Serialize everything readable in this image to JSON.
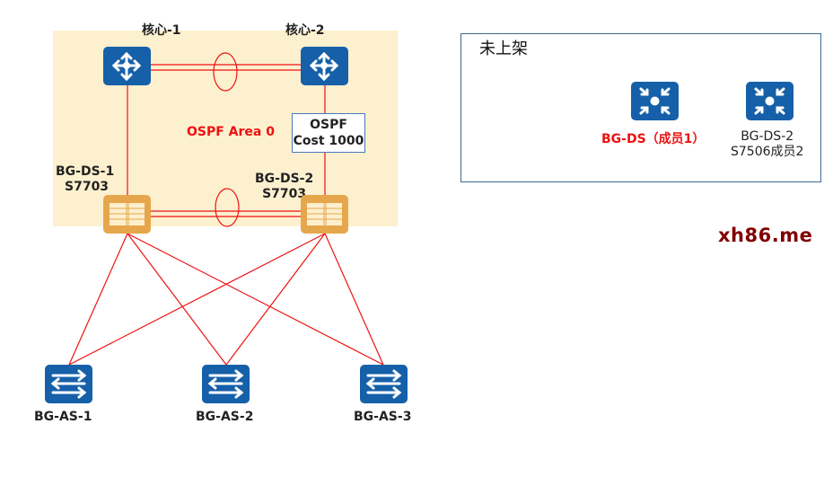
{
  "area_label": "OSPF Area 0",
  "cost_box": {
    "line1": "OSPF",
    "line2": "Cost 1000"
  },
  "nodes": {
    "core1": {
      "label": "核心-1",
      "type": "router"
    },
    "core2": {
      "label": "核心-2",
      "type": "router"
    },
    "ds1": {
      "label1": "BG-DS-1",
      "label2": "S7703",
      "type": "chassis-switch"
    },
    "ds2": {
      "label1": "BG-DS-2",
      "label2": "S7703",
      "type": "chassis-switch"
    },
    "as1": {
      "label": "BG-AS-1",
      "type": "access-switch"
    },
    "as2": {
      "label": "BG-AS-2",
      "type": "access-switch"
    },
    "as3": {
      "label": "BG-AS-3",
      "type": "access-switch"
    }
  },
  "rack": {
    "title": "未上架",
    "members": [
      {
        "label1": "BG-DS（成员1）",
        "label2": "",
        "type": "stack-switch",
        "color": "#ee1111"
      },
      {
        "label1": "BG-DS-2",
        "label2": "S7506成员2",
        "type": "stack-switch",
        "color": "#222222"
      }
    ]
  },
  "links": [
    {
      "from": "core1",
      "to": "core2",
      "kind": "eth-trunk"
    },
    {
      "from": "ds1",
      "to": "ds2",
      "kind": "eth-trunk"
    },
    {
      "from": "core1",
      "to": "ds1"
    },
    {
      "from": "core2",
      "to": "ds2"
    },
    {
      "from": "ds1",
      "to": "as1"
    },
    {
      "from": "ds1",
      "to": "as2"
    },
    {
      "from": "ds1",
      "to": "as3"
    },
    {
      "from": "ds2",
      "to": "as1"
    },
    {
      "from": "ds2",
      "to": "as2"
    },
    {
      "from": "ds2",
      "to": "as3"
    }
  ],
  "colors": {
    "link": "#ee1111",
    "device_blue": "#1560a8",
    "device_orange": "#e6a74c",
    "area_fill": "#fdf0cf"
  },
  "watermark": "xh86.me"
}
